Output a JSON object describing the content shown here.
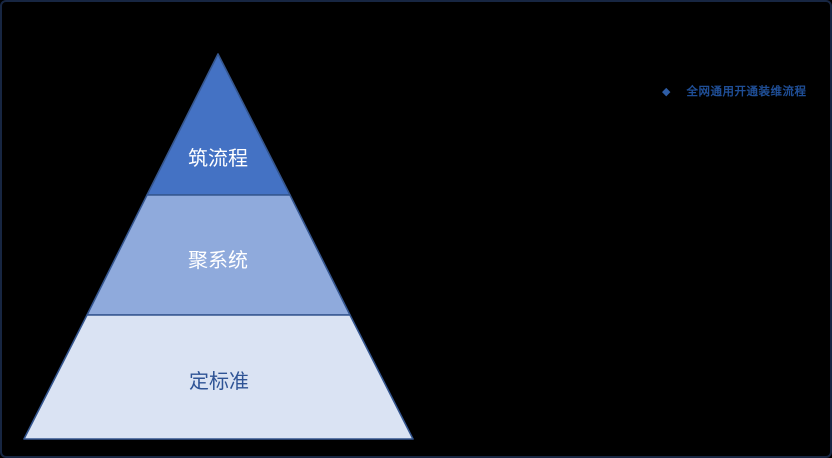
{
  "canvas": {
    "background": "#000000",
    "border_color": "#172642"
  },
  "pyramid": {
    "outline_color": "#35568F",
    "levels": [
      {
        "label": "筑流程",
        "fill": "#4472C4",
        "text_color": "#FFFFFF"
      },
      {
        "label": "聚系统",
        "fill": "#8FAADC",
        "text_color": "#FFFFFF"
      },
      {
        "label": "定标准",
        "fill": "#DAE3F3",
        "text_color": "#2E5395"
      }
    ]
  },
  "caption": {
    "bullet_icon": "diamond-bullet",
    "bullet_glyph": "◆",
    "text": "全网通用开通装维流程",
    "color": "#1F4E96"
  }
}
